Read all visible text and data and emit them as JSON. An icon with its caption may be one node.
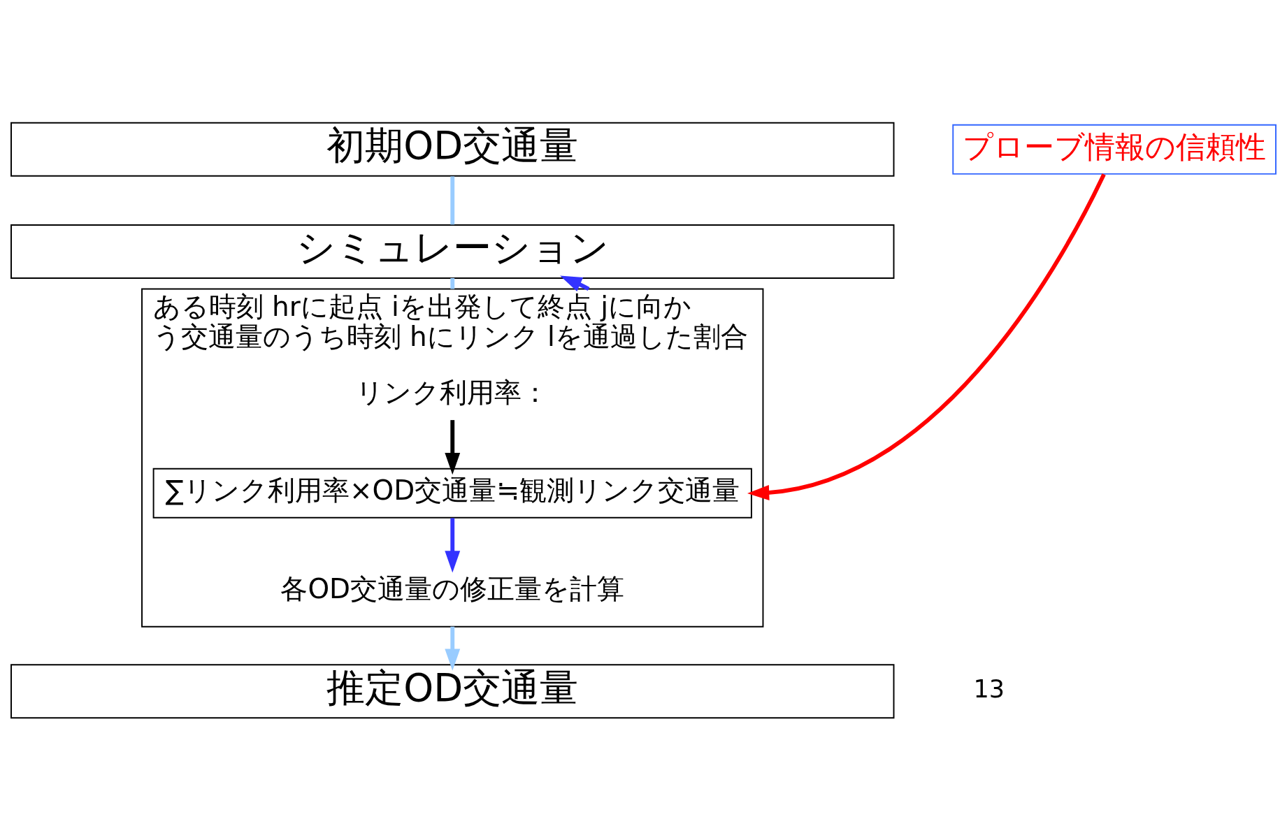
{
  "diagram": {
    "nodes": [
      {
        "text": [
          "初期OD交通量"
        ]
      },
      {
        "text": [
          "シミュレーション"
        ]
      },
      {
        "text": [
          "ある時刻 hrに起点 iを出発して終点 jに向かう交通量のうち時刻 hにリンク lを通過した割合"
        ]
      },
      {
        "text": [
          "リンク利用率："
        ],
        "in": 2
      },
      {
        "text": [
          "∑リンク利用率×OD交通量≒観測リンク交通量"
        ],
        "in": 2
      },
      {
        "text": [
          "各OD交通量の修正量を計算"
        ],
        "in": 2
      },
      {
        "text": [
          "推定OD交通量"
        ]
      },
      {
        "text": [
          "プローブ情報の信頼性"
        ]
      }
    ],
    "edges": [
      {
        "from": 0,
        "to": 1,
        "arrow": "none",
        "color": "#99ccff"
      },
      {
        "from": 1,
        "to": 2,
        "arrow": "none",
        "color": "#99ccff"
      },
      {
        "from": 2,
        "to": 6,
        "arrow": "to",
        "color": "#99ccff"
      },
      {
        "from": 3,
        "to": 4,
        "arrow": "to",
        "color": "#000000"
      },
      {
        "from": 4,
        "to": 5,
        "arrow": "to",
        "color": "#3333ff"
      },
      {
        "from": 7,
        "to": 4,
        "arrow": "to",
        "color": "#ff0000"
      },
      {
        "from": 2,
        "to": 1,
        "arrow": "to",
        "color": "#3333ff"
      }
    ],
    "labels": [
      "13"
    ]
  }
}
